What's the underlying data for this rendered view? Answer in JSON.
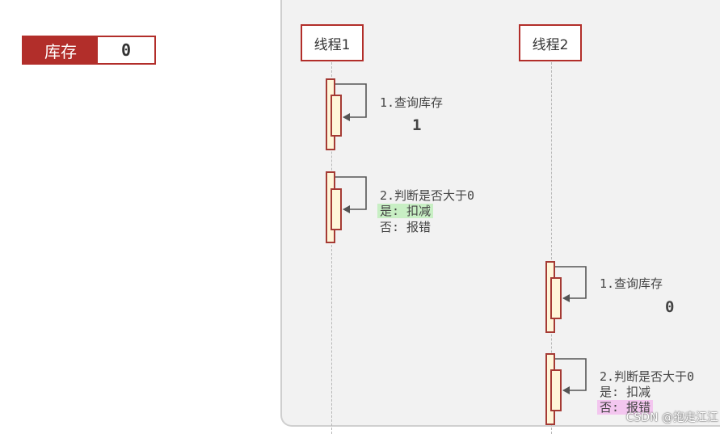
{
  "stock": {
    "label": "库存",
    "value": "0"
  },
  "threads": [
    {
      "name": "线程1"
    },
    {
      "name": "线程2"
    }
  ],
  "thread1_steps": {
    "query": "1.查询库存",
    "query_result": "1",
    "judge": "2.判断是否大于0",
    "yes": "是: 扣减",
    "no": "否: 报错"
  },
  "thread2_steps": {
    "query": "1.查询库存",
    "query_result": "0",
    "judge": "2.判断是否大于0",
    "yes": "是: 扣减",
    "no": "否: 报错"
  },
  "watermark": "CSDN @抱走江江",
  "colors": {
    "accent": "#b22e2a",
    "activation_fill": "#fff6d9",
    "highlight_green": "#c8efc4",
    "highlight_pink": "#f3c6ef",
    "canvas_bg": "#f2f2f2"
  }
}
